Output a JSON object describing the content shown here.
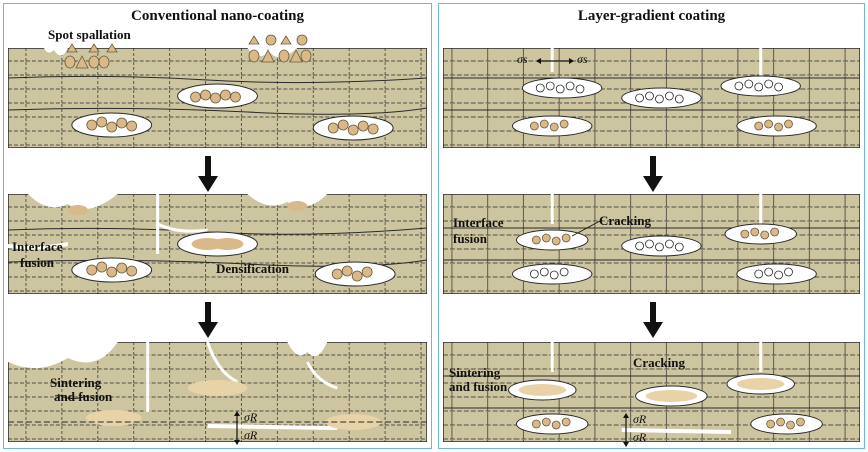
{
  "left": {
    "title": "Conventional nano-coating",
    "labels": {
      "spot_spallation": "Spot spallation",
      "interface": "Interface",
      "fusion": "fusion",
      "densification": "Densification",
      "sintering": "Sintering",
      "and_fusion": "and fusion",
      "sigma_r_top": "σR",
      "sigma_r_bottom": "σR"
    }
  },
  "right": {
    "title": "Layer-gradient coating",
    "labels": {
      "sigma_s_left": "σs",
      "sigma_s_right": "σs",
      "interface": "Interface",
      "fusion": "fusion",
      "cracking_mid": "Cracking",
      "sintering": "Sintering",
      "and_fusion": "and fusion",
      "cracking_bottom": "Cracking",
      "sigma_r_top": "σR",
      "sigma_r_bottom": "σR"
    }
  },
  "colors": {
    "coating": "#cdc5a0",
    "pore": "#ffffff",
    "particle": "#d9b98a",
    "particle_outline": "#6b5a3a",
    "lines": "#2a2a2a",
    "border": "#6fb8d8"
  },
  "icons": [
    "down-arrow-icon",
    "crack-icon",
    "particle-cluster-icon"
  ]
}
